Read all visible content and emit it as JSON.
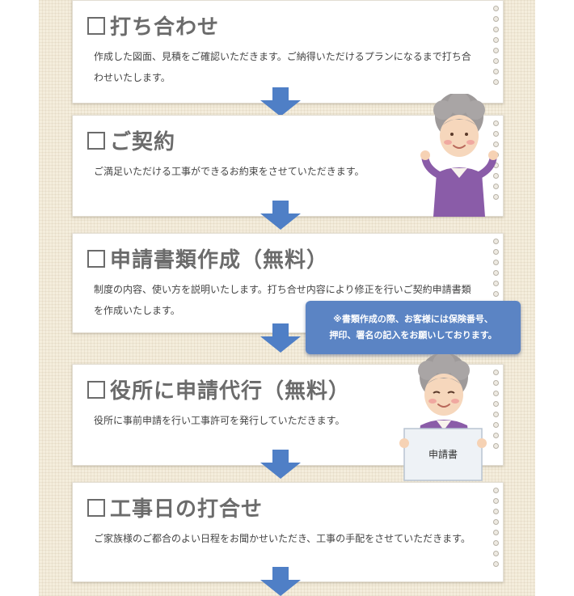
{
  "steps": [
    {
      "title": "打ち合わせ",
      "desc": "作成した図面、見積をご確認いただきます。ご納得いただけるプランになるまで打ち合わせいたします。"
    },
    {
      "title": "ご契約",
      "desc": "ご満足いただける工事ができるお約束をさせていただきます。"
    },
    {
      "title": "申請書類作成（無料）",
      "desc": "制度の内容、使い方を説明いたします。打ち合せ内容により修正を行いご契約申請書類を作成いたします。"
    },
    {
      "title": "役所に申請代行（無料）",
      "desc": "役所に事前申請を行い工事許可を発行していただきます。"
    },
    {
      "title": "工事日の打合せ",
      "desc": "ご家族様のご都合のよい日程をお聞かせいただき、工事の手配をさせていただきます。"
    }
  ],
  "note": {
    "line1": "※書類作成の際、お客様には保険番号、",
    "line2": "押印、署名の記入をお願いしております。"
  },
  "sign": {
    "label": "申請書"
  },
  "colors": {
    "arrow": "#4f7fc6",
    "note_bg": "#5b84c4",
    "title": "#6b6b6b"
  },
  "icons": [
    "checkbox-icon",
    "down-arrow-icon",
    "grandmother-illustration"
  ]
}
